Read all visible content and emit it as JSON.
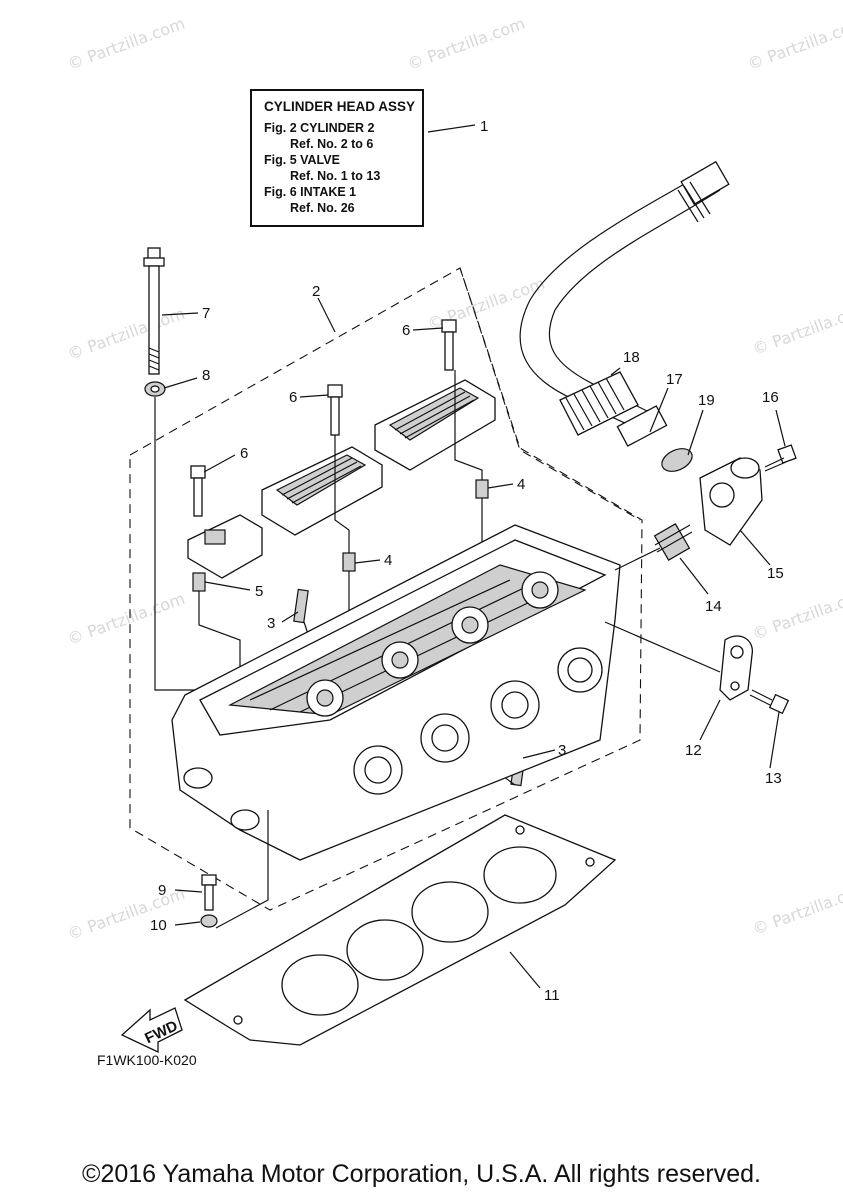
{
  "watermark": "© Partzilla.com",
  "assy_box": {
    "title": "CYLINDER HEAD ASSY",
    "rows": [
      {
        "fig": "Fig. 2 CYLINDER 2",
        "ref": "Ref. No. 2 to 6"
      },
      {
        "fig": "Fig. 5 VALVE",
        "ref": "Ref. No. 1 to 13"
      },
      {
        "fig": "Fig. 6 INTAKE 1",
        "ref": "Ref. No. 26"
      }
    ]
  },
  "callouts": {
    "c1": "1",
    "c2": "2",
    "c3a": "3",
    "c3b": "3",
    "c4a": "4",
    "c4b": "4",
    "c5": "5",
    "c6a": "6",
    "c6b": "6",
    "c6c": "6",
    "c7": "7",
    "c8": "8",
    "c9": "9",
    "c10": "10",
    "c11": "11",
    "c12": "12",
    "c13": "13",
    "c14": "14",
    "c15": "15",
    "c16": "16",
    "c17": "17",
    "c18": "18",
    "c19": "19"
  },
  "fwd_label": "FWD",
  "part_code": "F1WK100-K020",
  "copyright": "©2016 Yamaha Motor Corporation, U.S.A. All rights reserved."
}
